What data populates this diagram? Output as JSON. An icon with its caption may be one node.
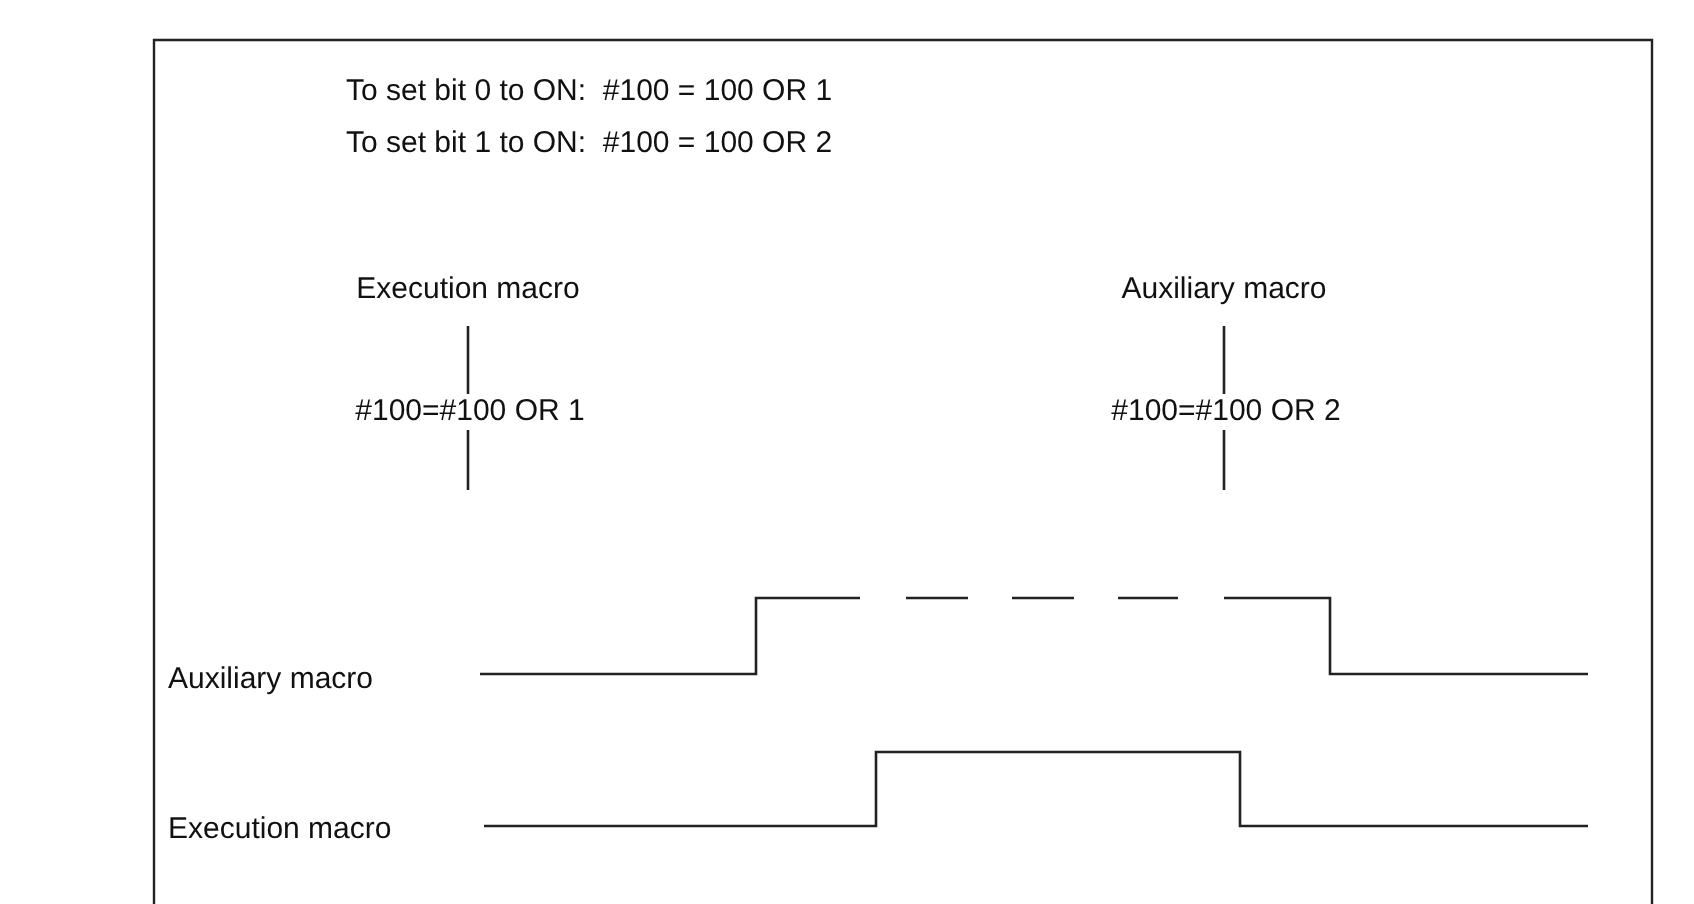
{
  "diagram": {
    "labels": [
      "To set bit 0 to ON:  #100 = 100 OR 1",
      "To set bit 1 to ON:  #100 = 100 OR 2",
      "Execution macro",
      "Auxiliary macro",
      "#100=#100 OR 1",
      "#100=#100 OR 2",
      "Auxiliary macro",
      "Execution macro"
    ]
  }
}
